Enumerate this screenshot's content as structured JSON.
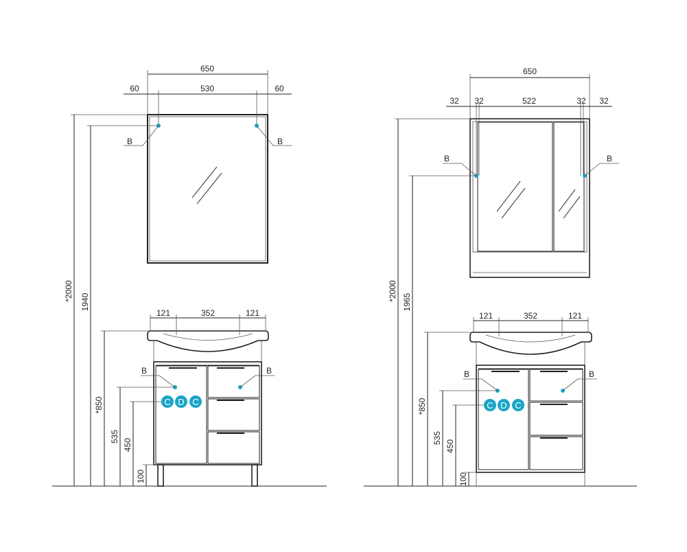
{
  "colors": {
    "line": "#231f20",
    "accent": "#1aa5c7",
    "background": "#ffffff"
  },
  "point_label": "B",
  "connection_labels": [
    "C",
    "D",
    "C"
  ],
  "left_variant": {
    "mirror_width": "650",
    "mirror_side_left": "60",
    "mirror_span": "530",
    "mirror_side_right": "60",
    "cabinet_left": "121",
    "cabinet_span": "352",
    "cabinet_right": "121",
    "height_total": "*2000",
    "height_mirror_points": "1940",
    "height_basin": "*850",
    "height_upper": "535",
    "height_lower": "450",
    "height_legs": "100"
  },
  "right_variant": {
    "mirror_width": "650",
    "mirror_side_1": "32",
    "mirror_side_2": "32",
    "mirror_span": "522",
    "mirror_side_3": "32",
    "mirror_side_4": "32",
    "cabinet_left": "121",
    "cabinet_span": "352",
    "cabinet_right": "121",
    "height_total": "*2000",
    "height_mirror_points": "1965",
    "height_basin": "*850",
    "height_upper": "535",
    "height_lower": "450",
    "height_legs": "100"
  }
}
